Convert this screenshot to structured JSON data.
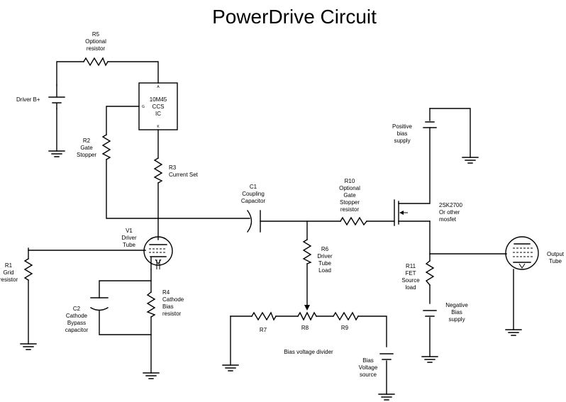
{
  "title": "PowerDrive Circuit",
  "components": {
    "r5": [
      "R5",
      "Optional",
      "resistor"
    ],
    "driver_bplus": [
      "Driver B+"
    ],
    "ic": [
      "10M45",
      "CCS",
      "IC"
    ],
    "ic_pins": [
      "A",
      "G",
      "K"
    ],
    "r2": [
      "R2",
      "Gate",
      "Stopper"
    ],
    "r3": [
      "R3",
      "Current Set"
    ],
    "c1": [
      "C1",
      "Coupling",
      "Capacitor"
    ],
    "r10": [
      "R10",
      "Optional",
      "Gate",
      "Stopper",
      "resistor"
    ],
    "positive_bias": [
      "Positive",
      "bias",
      "supply"
    ],
    "mosfet": [
      "2SK2700",
      "Or other",
      "mosfet"
    ],
    "v1": [
      "V1",
      "Driver",
      "Tube"
    ],
    "r1": [
      "R1",
      "Grid",
      "resistor"
    ],
    "r6": [
      "R6",
      "Driver",
      "Tube",
      "Load"
    ],
    "r11": [
      "R11",
      "FET",
      "Source",
      "load"
    ],
    "output_tube": [
      "Output",
      "Tube"
    ],
    "r4": [
      "R4",
      "Cathode",
      "Bias",
      "resistor"
    ],
    "c2": [
      "C2",
      "Cathode",
      "Bypass",
      "capacitor"
    ],
    "negative_bias": [
      "Negative",
      "Bias",
      "supply"
    ],
    "r7": [
      "R7"
    ],
    "r8": [
      "R8"
    ],
    "r9": [
      "R9"
    ],
    "divider": [
      "Bias voltage divider"
    ],
    "bias_source": [
      "Bias",
      "Voltage",
      "source"
    ]
  }
}
